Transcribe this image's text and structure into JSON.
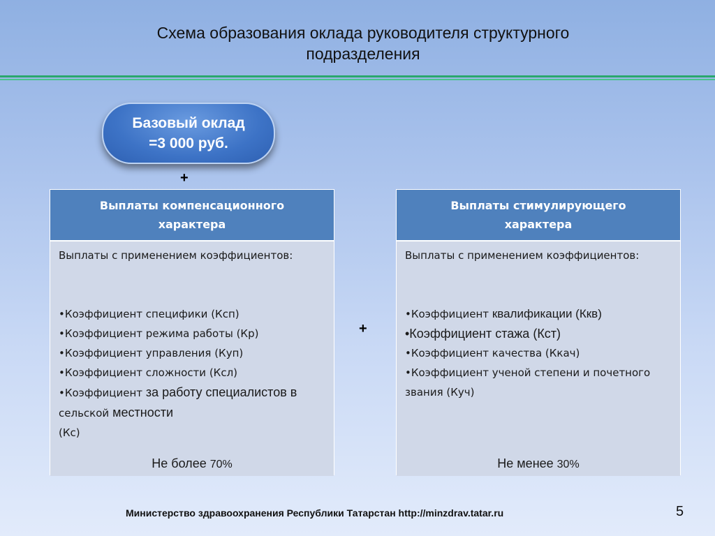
{
  "title_line1": "Схема образования оклада руководителя структурного",
  "title_line2": "подразделения",
  "base_salary": {
    "line1": "Базовый оклад",
    "line2": "=3 000 руб."
  },
  "plus_sign": "+",
  "left_table": {
    "header_line1": "Выплаты компенсационного",
    "header_line2": "характера",
    "intro": "Выплаты с применением коэффициентов:",
    "items": [
      "•Коэффициент специфики (Ксп)",
      "•Коэффициент режима работы (Кр)",
      "•Коэффициент управления (Куп)",
      "•Коэффициент сложности (Ксл)"
    ],
    "last_item_a": "•Коэффициент ",
    "last_item_b": "за работу специалистов в ",
    "last_item_c": "сельской",
    "last_item_d": " местности",
    "last_item_e": "(Кс)",
    "limit_label": "Не более ",
    "limit_value": "70%"
  },
  "right_table": {
    "header_line1": "Выплаты стимулирующего",
    "header_line2": "характера",
    "intro": "Выплаты с применением коэффициентов:",
    "item1_a": "•Коэффициент ",
    "item1_b": "квалификации (Ккв)",
    "item2": "•Коэффициент стажа (Кст)",
    "item3": "•Коэффициент качества (Ккач)",
    "item4": "•Коэффициент ученой степени и почетного звания (Куч)",
    "limit_label": "Не менее ",
    "limit_value": "30%"
  },
  "footer": "Министерство здравоохранения Республики Татарстан http://minzdrav.tatar.ru",
  "page_number": "5",
  "colors": {
    "header_blue": "#4f81bd",
    "body_lavender": "#d0d8e8",
    "accent_green": "#2aa86d"
  }
}
